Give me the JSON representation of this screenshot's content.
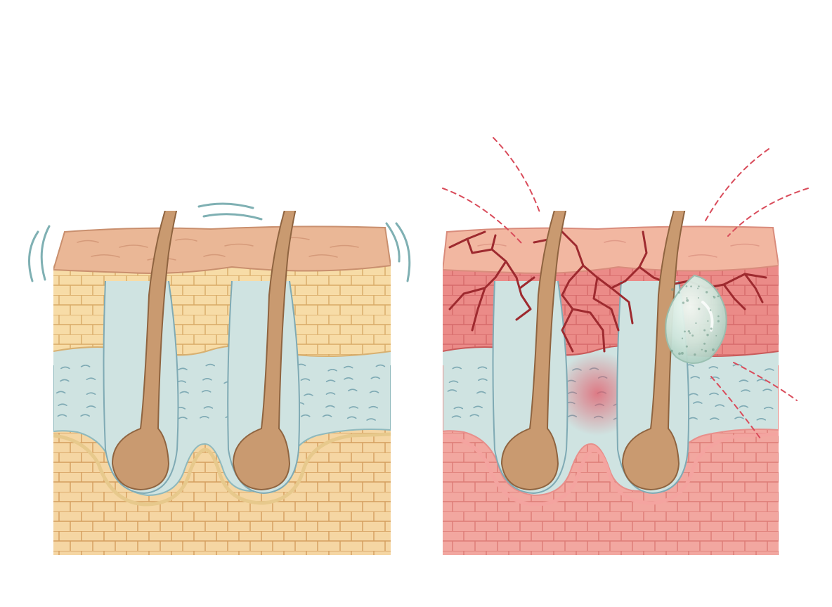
{
  "diagram": {
    "panels": [
      {
        "id": "healthy",
        "colors": {
          "epidermis": "#eab796",
          "epidermis_stroke": "#c98f6e",
          "dermis_upper": "#f7dca7",
          "dermis_lower": "#f5d6a3",
          "brick_line": "#d8aa66",
          "fluid": "#cfe3e1",
          "fluid_stroke": "#8fb9bd",
          "fluid_mark": "#7faab4",
          "hair": "#c99a70",
          "hair_stroke": "#8f6440"
        },
        "signals": {
          "type": "calm-waves",
          "color": "#7fb0b3"
        }
      },
      {
        "id": "irritated",
        "colors": {
          "epidermis": "#f2b7a1",
          "epidermis_stroke": "#d98c7c",
          "dermis_upper": "#eb8b88",
          "dermis_lower": "#f2a7a0",
          "brick_line": "#d66a6a",
          "fluid": "#cfe3e1",
          "fluid_stroke": "#8fb9bd",
          "fluid_mark": "#7faab4",
          "hair": "#c99a70",
          "hair_stroke": "#8f6440",
          "cracks": "#9e2a2f",
          "inflammation": "#e8707a",
          "droplet": "#cfe6dc"
        },
        "signals": {
          "type": "dashed-rays",
          "color": "#d94c5b"
        }
      }
    ]
  }
}
